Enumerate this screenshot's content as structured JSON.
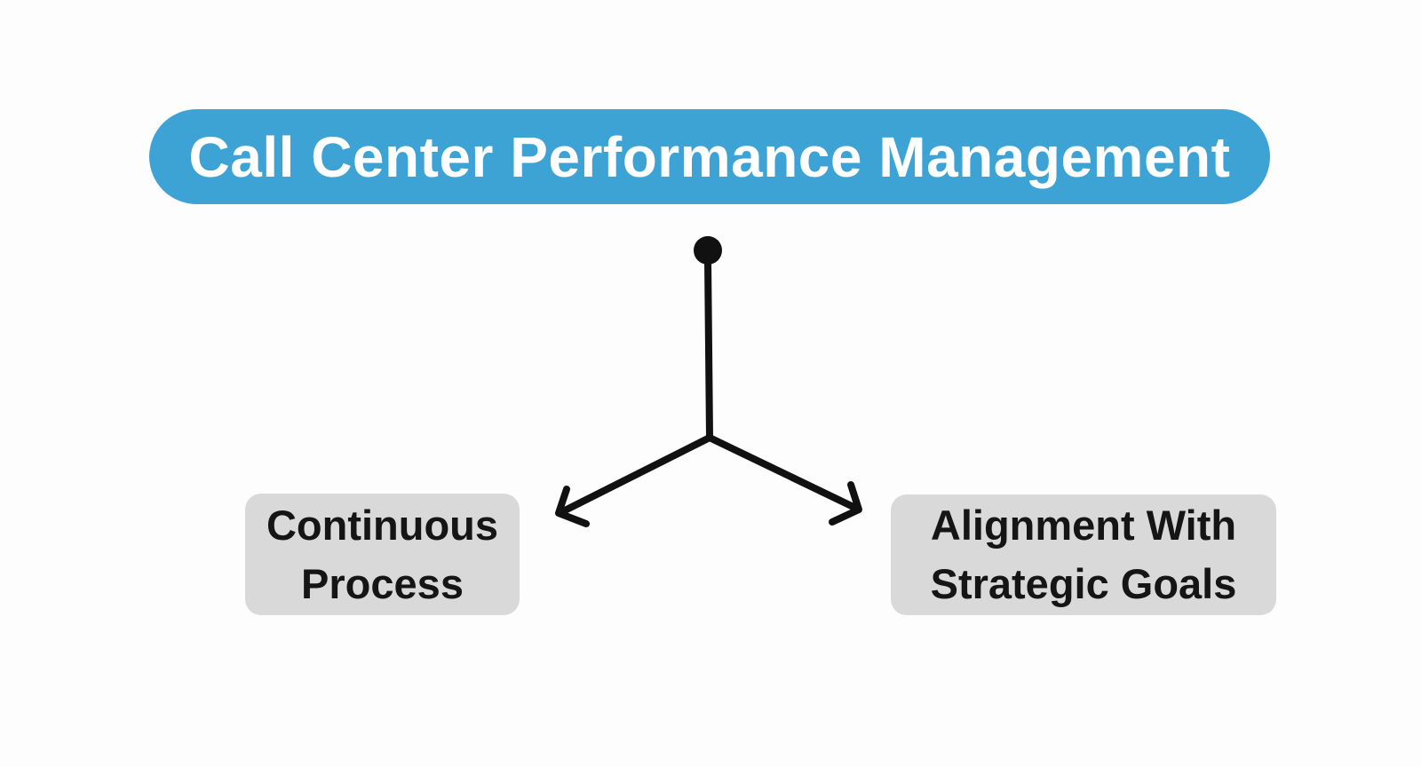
{
  "diagram": {
    "title": "Call Center Performance Management",
    "nodes": [
      {
        "id": "continuous-process",
        "label": "Continuous Process"
      },
      {
        "id": "alignment-strategic-goals",
        "label": "Alignment With Strategic Goals"
      }
    ],
    "colors": {
      "title_background": "#3da3d4",
      "title_text": "#ffffff",
      "node_background": "#d9d9d9",
      "node_text": "#151515",
      "connector": "#111111",
      "page_background": "#fdfdfd"
    },
    "icons": {
      "connector_dot": "filled-circle",
      "arrow_left": "arrow-pointing-down-left",
      "arrow_right": "arrow-pointing-down-right"
    }
  }
}
